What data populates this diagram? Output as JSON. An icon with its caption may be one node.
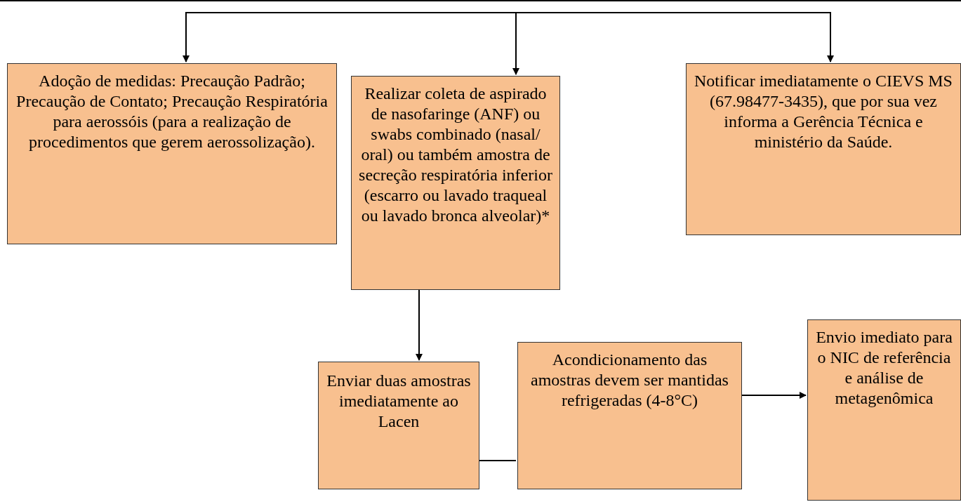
{
  "diagram": {
    "nodes": [
      {
        "text": [
          "Adoção de medidas: Precaução Padrão; Precaução de Contato; Precaução Respiratória para aerossóis (para a realização de procedimentos que gerem aerossolização)."
        ]
      },
      {
        "text": [
          "Realizar coleta de aspirado de nasofaringe (ANF) ou swabs combinado (nasal/ oral) ou também amostra de secreção respiratória inferior (escarro ou lavado traqueal ou lavado bronca alveolar)*"
        ]
      },
      {
        "text": [
          "Notificar imediatamente o CIEVS MS (67.98477-3435), que por sua vez informa a Gerência Técnica e ministério da Saúde."
        ]
      },
      {
        "text": [
          "Enviar duas amostras imediatamente ao Lacen"
        ]
      },
      {
        "text": [
          "Acondicionamento das amostras devem ser mantidas refrigeradas (4-8°C)"
        ]
      },
      {
        "text": [
          "Envio imediato para o NIC de referência e análise de metagenômica"
        ]
      }
    ],
    "edges": [
      {
        "from": null,
        "to": 0,
        "arrow": "to"
      },
      {
        "from": null,
        "to": 1,
        "arrow": "to"
      },
      {
        "from": null,
        "to": 2,
        "arrow": "to"
      },
      {
        "from": 1,
        "to": 3,
        "arrow": "to"
      },
      {
        "from": 3,
        "to": 4,
        "arrow": "none"
      },
      {
        "from": 4,
        "to": 5,
        "arrow": "to"
      }
    ]
  }
}
